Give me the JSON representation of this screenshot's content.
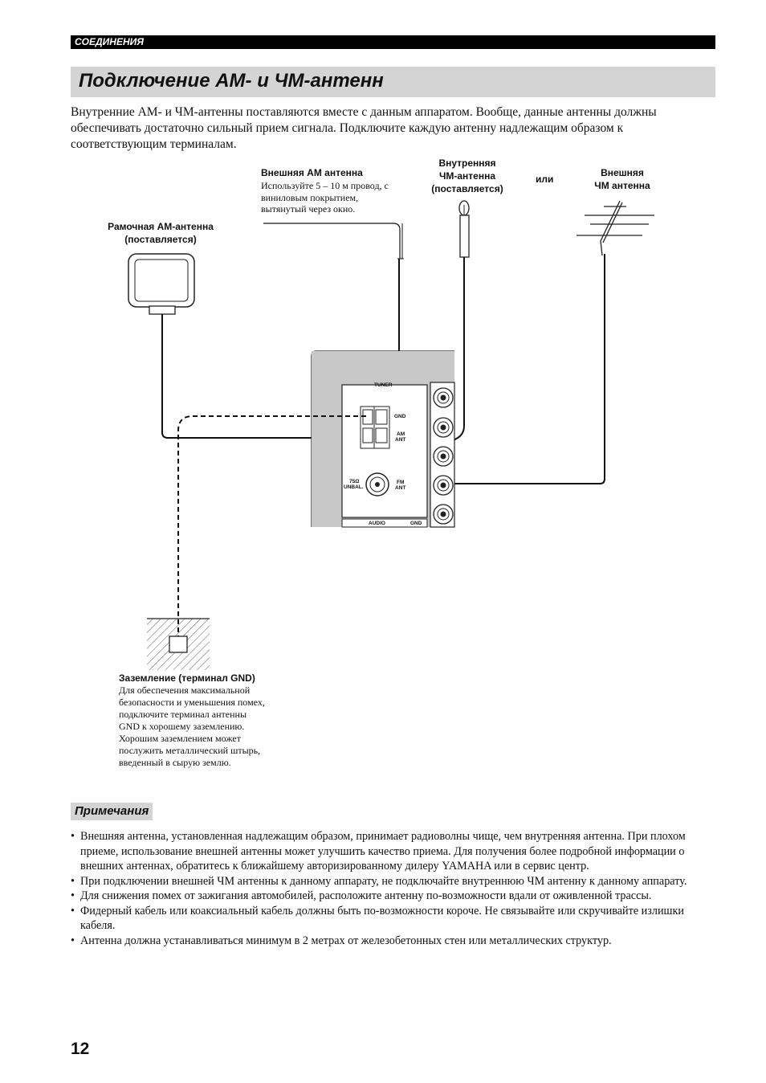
{
  "header": {
    "section": "СОЕДИНЕНИЯ",
    "title": "Подключение AM- и ЧМ-антенн"
  },
  "intro": "Внутренние AM- и ЧМ-антенны поставляются вместе с данным аппаратом. Вообще, данные антенны должны обеспечивать достаточно сильный прием сигнала. Подключите каждую антенну надлежащим образом к соответствующим терминалам.",
  "diagram": {
    "ext_am_title": "Внешняя AM антенна",
    "ext_am_desc": [
      "Используйте 5 – 10 м провод, с",
      "виниловым покрытием,",
      "вытянутый через окно."
    ],
    "indoor_fm": [
      "Внутренняя",
      "ЧМ-антенна",
      "(поставляется)"
    ],
    "or": "или",
    "ext_fm": [
      "Внешняя",
      "ЧМ антенна"
    ],
    "loop_am": [
      "Рамочная AM-антенна",
      "(поставляется)"
    ],
    "panel": {
      "tuner": "TUNER",
      "gnd": "GND",
      "am_ant": [
        "AM",
        "ANT"
      ],
      "unbal": [
        "75Ω",
        "UNBAL."
      ],
      "fm_ant": [
        "FM",
        "ANT"
      ],
      "audio": "AUDIO",
      "gnd2": "GND"
    },
    "ground_title": "Заземление (терминал GND)",
    "ground_desc": [
      "Для обеспечения максимальной",
      "безопасности и уменьшения помех,",
      "подключите терминал антенны",
      "GND к хорошему заземлению.",
      "Хорошим заземлением может",
      "послужить металлический штырь,",
      "введенный в сырую землю."
    ]
  },
  "notes": {
    "title": "Примечания",
    "items": [
      "Внешняя антенна, установленная надлежащим образом, принимает радиоволны чище, чем внутренняя антенна. При плохом приеме, использование внешней антенны может улучшить качество приема. Для получения более подробной информации о внешних антеннах, обратитесь к ближайшему авторизированному дилеру YAMAHA или в сервис центр.",
      "При подключении внешней ЧМ антенны к данному аппарату, не подключайте внутреннюю ЧМ антенну к данному аппарату.",
      "Для снижения помех от зажигания автомобилей, расположите антенну по-возможности вдали от оживленной трассы.",
      "Фидерный кабель или коаксиальный кабель должны быть по-возможности короче. Не связывайте или скручивайте излишки кабеля.",
      "Антенна должна устанавливаться минимум в 2 метрах от железобетонных стен или металлических структур."
    ]
  },
  "page_number": "12"
}
